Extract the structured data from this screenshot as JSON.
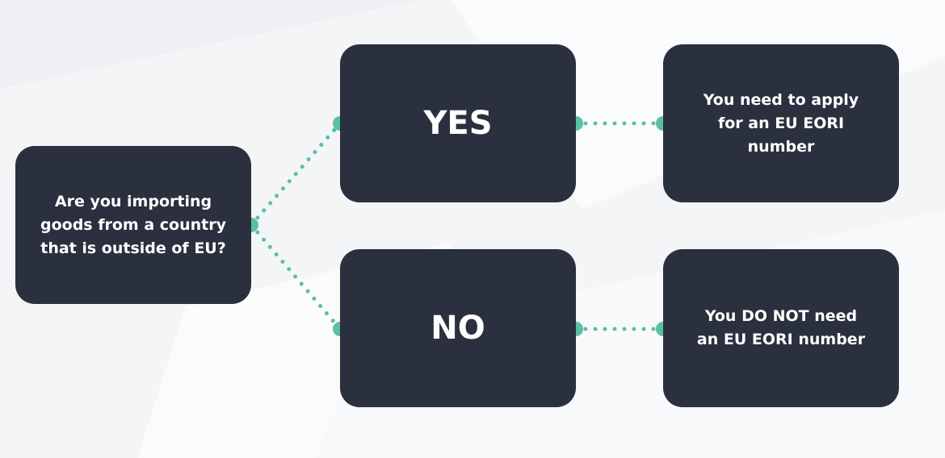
{
  "diagram": {
    "question": "Are you importing goods from a country that is outside of EU?",
    "yes_label": "YES",
    "no_label": "NO",
    "yes_result": "You need to apply for an EU EORI number",
    "no_result": "You DO NOT need an EU EORI number"
  },
  "colors": {
    "node_fill": "#2b303f",
    "node_text": "#ffffff",
    "connector": "#5bbfa4",
    "background": "#f4f5f7"
  }
}
